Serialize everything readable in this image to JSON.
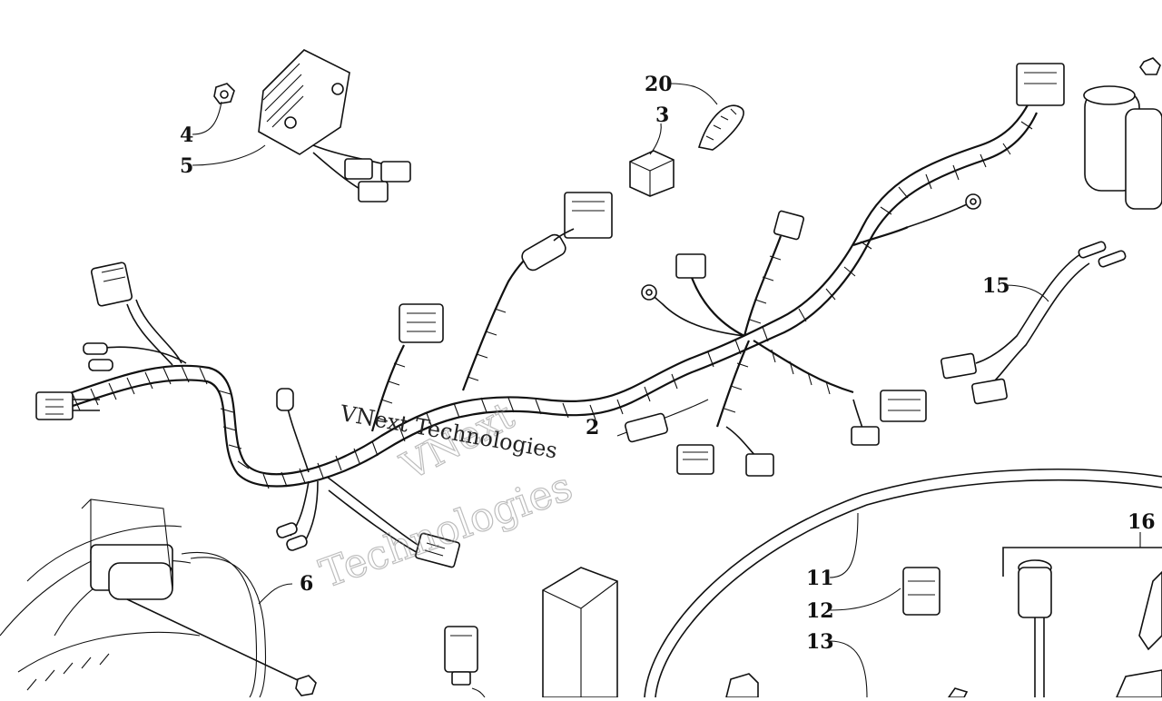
{
  "callouts": {
    "c20": "20",
    "c3": "3",
    "c4": "4",
    "c5": "5",
    "c15": "15",
    "c2": "2",
    "c6": "6",
    "c11": "11",
    "c12": "12",
    "c13": "13",
    "c16": "16"
  },
  "watermark": {
    "line_a": "VNext",
    "line_b": "Technologies",
    "line_c": "VNext Technologies"
  },
  "colors": {
    "ink": "#111111",
    "paper": "#ffffff",
    "watermark": "#888888"
  }
}
